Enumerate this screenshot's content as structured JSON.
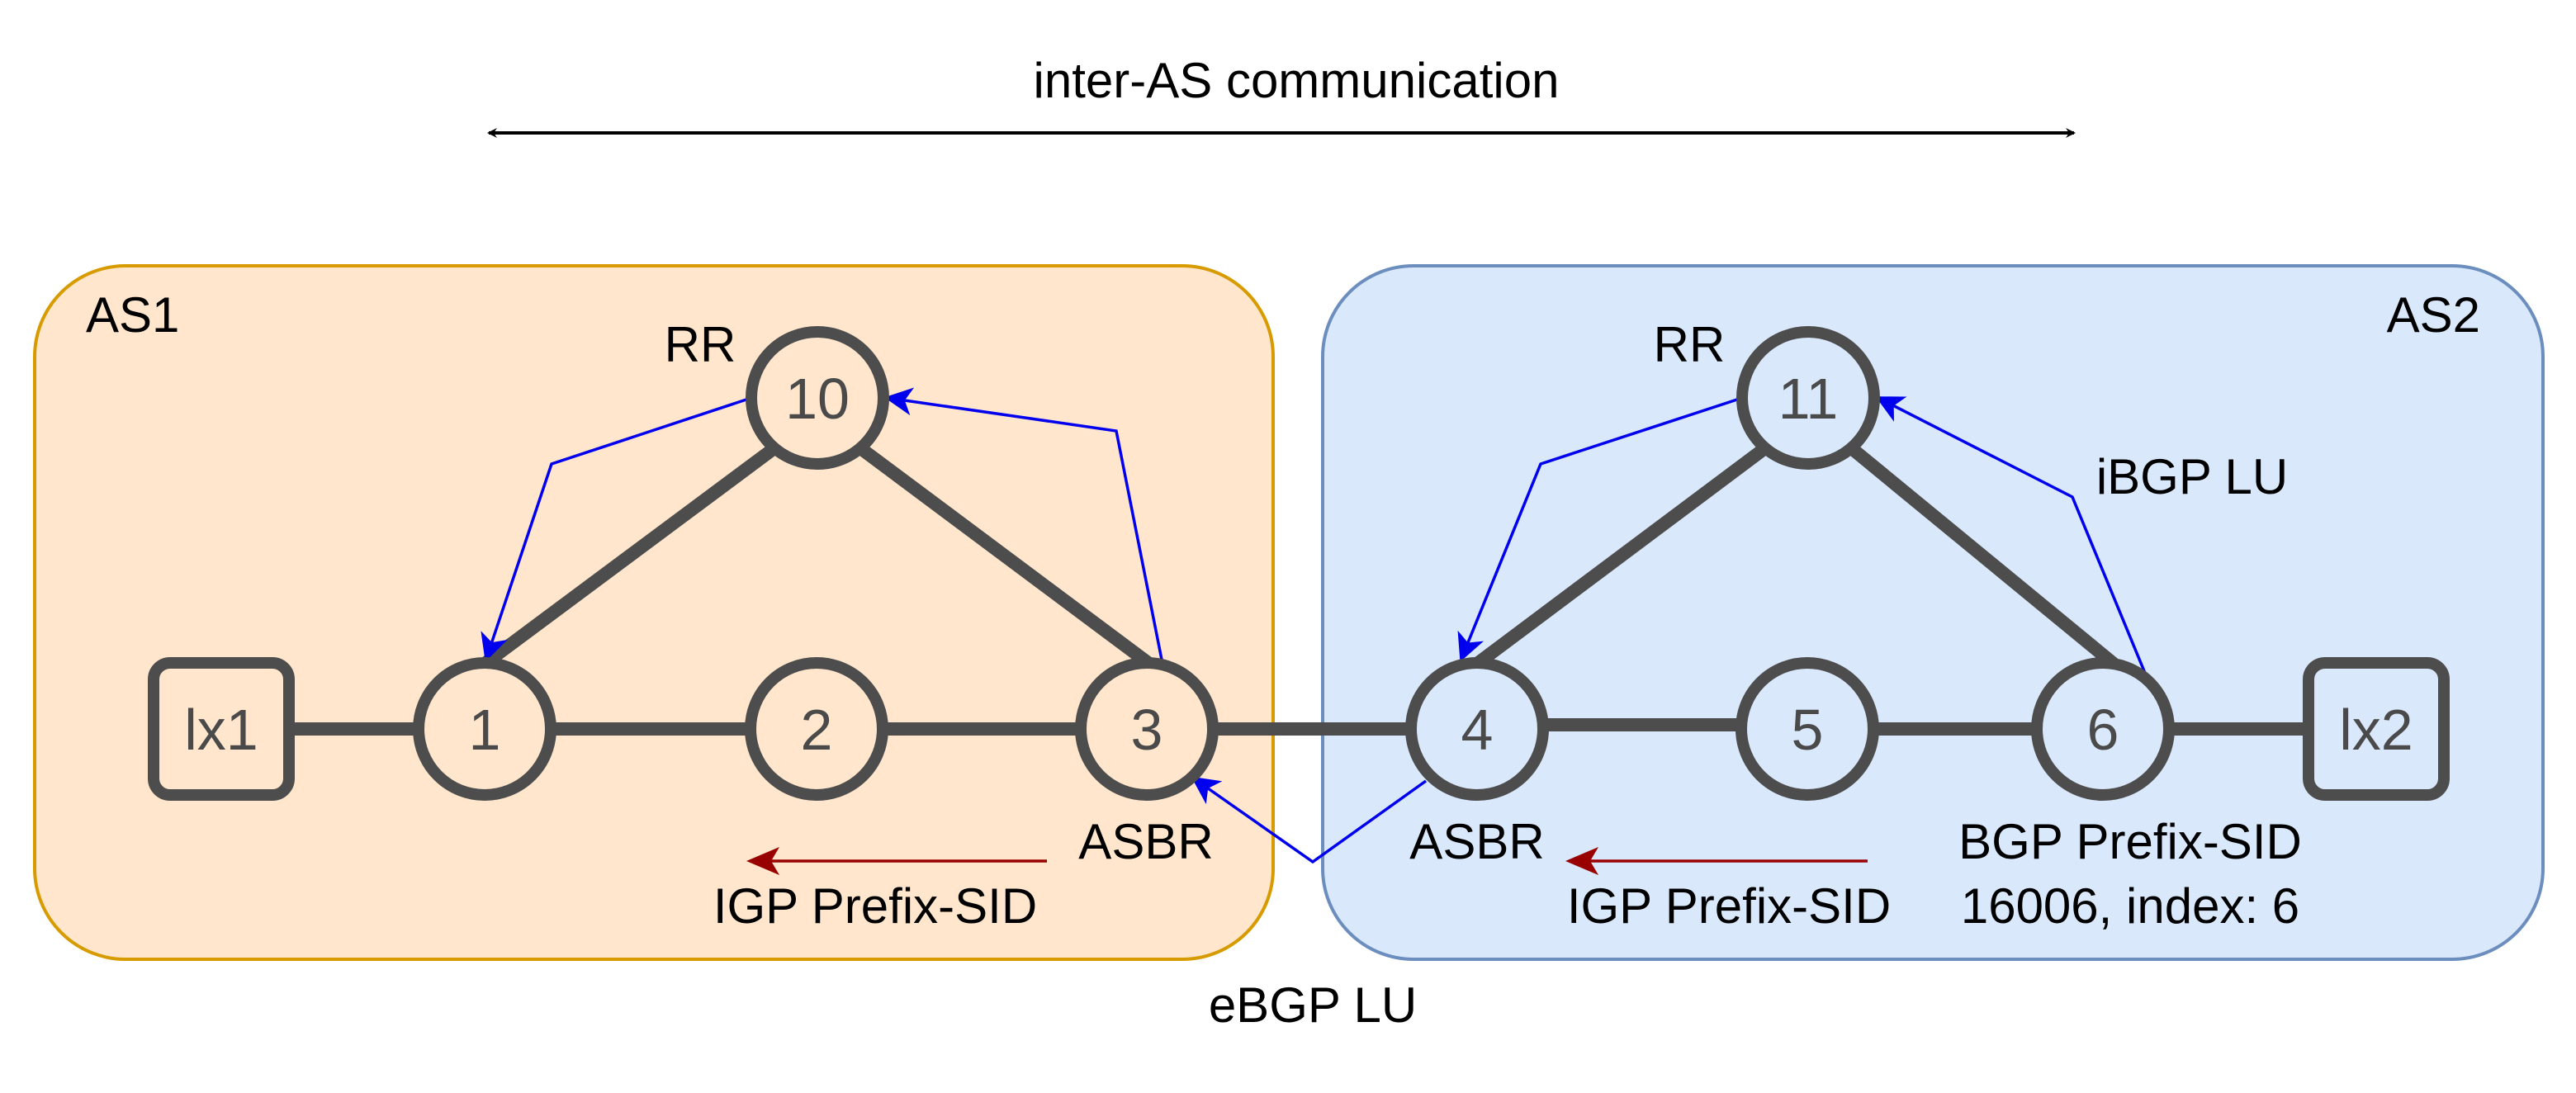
{
  "title": "inter-AS communication",
  "as_regions": [
    {
      "id": "as1",
      "label": "AS1",
      "fill": "#ffe6cc",
      "stroke": "#d79b00"
    },
    {
      "id": "as2",
      "label": "AS2",
      "fill": "#dae8fc",
      "stroke": "#6c8ebf"
    }
  ],
  "routers": [
    {
      "id": "1",
      "label": "1"
    },
    {
      "id": "2",
      "label": "2"
    },
    {
      "id": "3",
      "label": "3"
    },
    {
      "id": "4",
      "label": "4"
    },
    {
      "id": "5",
      "label": "5"
    },
    {
      "id": "6",
      "label": "6"
    },
    {
      "id": "10",
      "label": "10"
    },
    {
      "id": "11",
      "label": "11"
    }
  ],
  "hosts": [
    {
      "id": "lx1",
      "label": "lx1"
    },
    {
      "id": "lx2",
      "label": "lx2"
    }
  ],
  "labels": {
    "rr1": "RR",
    "rr2": "RR",
    "asbr1": "ASBR",
    "asbr2": "ASBR",
    "ibgp_lu": "iBGP LU",
    "ebgp_lu": "eBGP LU",
    "igp_sid_1": "IGP Prefix-SID",
    "igp_sid_2": "IGP Prefix-SID",
    "bgp_sid_line1": "BGP Prefix-SID",
    "bgp_sid_line2": "16006, index: 6"
  },
  "colors": {
    "link": "#4d4d4d",
    "bgp_arrow": "#0000ee",
    "igp_arrow": "#990000"
  }
}
